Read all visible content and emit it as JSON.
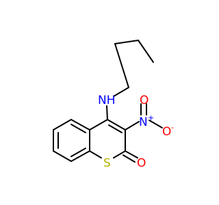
{
  "molecule": {
    "colors": {
      "bond": "#000000",
      "nitrogen": "#0000ff",
      "oxygen": "#ff0000",
      "sulfur": "#b2b200",
      "background": "#ffffff"
    },
    "atoms": {
      "amine_nh": "NH",
      "nitro_n": "N",
      "nitro_n_charge": "+",
      "nitro_o_neg": "O",
      "nitro_o_neg_charge": "-",
      "nitro_o_top": "O",
      "ring_s": "S",
      "carbonyl_o": "O"
    }
  }
}
